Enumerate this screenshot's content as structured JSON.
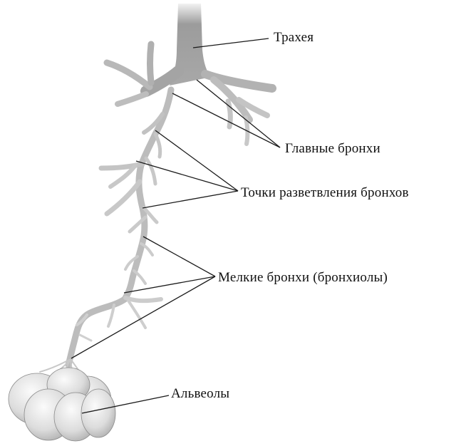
{
  "diagram": {
    "labels": {
      "trachea": "Трахея",
      "main_bronchi": "Главные бронхи",
      "branch_points": "Точки разветвления бронхов",
      "small_bronchi": "Мелкие бронхи (бронхиолы)",
      "alveoli": "Альвеолы"
    },
    "colors": {
      "airway_dark": "#9a9a9a",
      "airway_mid": "#b4b4b4",
      "airway_light": "#c8c8c8",
      "alveoli_fill": "#e0e0e0",
      "leader_line": "#1a1a1a"
    }
  }
}
